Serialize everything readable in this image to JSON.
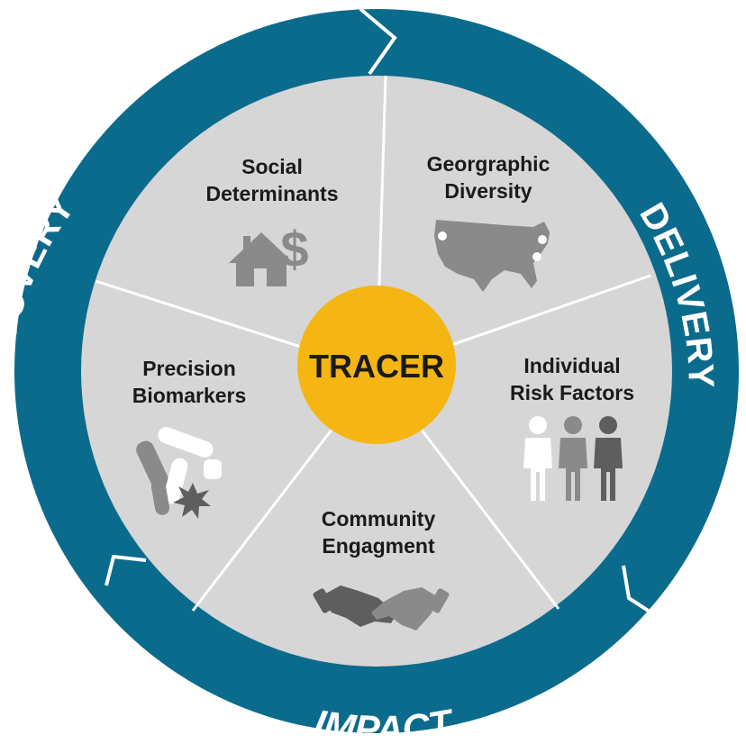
{
  "center": {
    "label": "TRACER"
  },
  "ring": {
    "discovery": "DISCOVERY",
    "delivery": "DELIVERY",
    "impact": "IMPACT"
  },
  "segments": [
    {
      "line1": "Social",
      "line2": "Determinants",
      "icon": "house-dollar-icon"
    },
    {
      "line1": "Georgraphic",
      "line2": "Diversity",
      "icon": "usa-map-icon"
    },
    {
      "line1": "Individual",
      "line2": "Risk Factors",
      "icon": "people-icon"
    },
    {
      "line1": "Community",
      "line2": "Engagment",
      "icon": "handshake-icon"
    },
    {
      "line1": "Precision",
      "line2": "Biomarkers",
      "icon": "biomarkers-icon"
    }
  ],
  "colors": {
    "ring": "#0b6b8c",
    "segment_fill": "#d6d6d6",
    "divider": "#ffffff",
    "center": "#f5b512",
    "icon_gray": "#8a8a8a",
    "icon_dark": "#5e5e5e"
  }
}
